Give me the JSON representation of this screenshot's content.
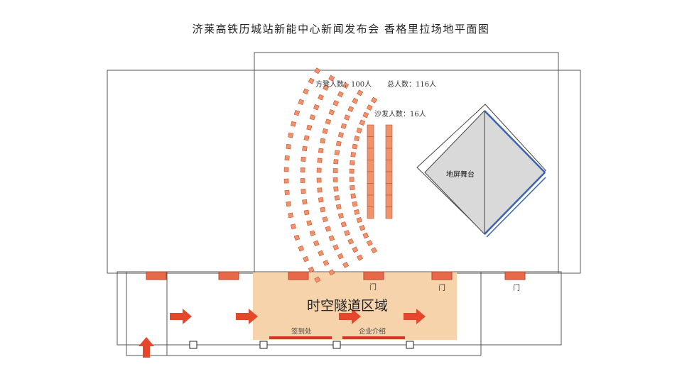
{
  "title": "济莱高铁历城站新能中心新闻发布会  香格里拉场地平面图",
  "labels": {
    "chairs_count": "方凳人数：100人",
    "total_count": "总人数：116人",
    "sofa_count": "沙发人数：16人",
    "stage": "地屏舞台",
    "tunnel_area": "时空隧道区域",
    "sign_in": "签到处",
    "company_intro": "企业介绍",
    "door": "门"
  },
  "colors": {
    "seat_fill": "#f0926c",
    "seat_stroke": "#c9502a",
    "arrow": "#e5472d",
    "tunnel_fill": "#f7d3ab",
    "door_fill": "#e8694a",
    "stage_fill": "#d9d9d9",
    "stage_edge": "#3b63b3",
    "counter_fill": "#d4362a"
  }
}
